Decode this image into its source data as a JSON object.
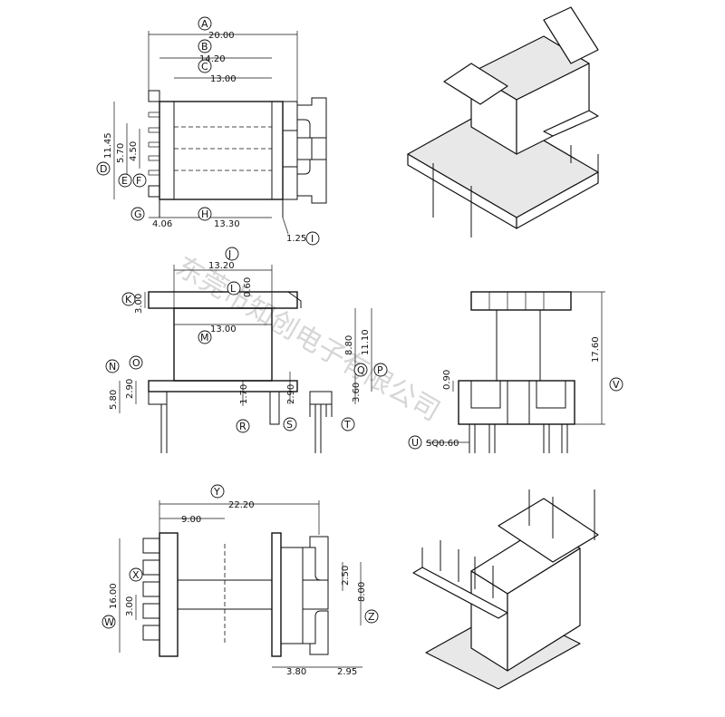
{
  "watermark": "东莞市知创电子有限公司",
  "views": {
    "top_view": {
      "dims": {
        "d_20_00": "20.00",
        "d_14_20": "14.20",
        "d_13_00": "13.00",
        "d_11_45": "11.45",
        "d_5_70": "5.70",
        "d_4_50": "4.50",
        "d_4_06": "4.06",
        "d_13_30": "13.30",
        "d_1_25": "1.25"
      },
      "labels": {
        "A": "A",
        "B": "B",
        "C": "C",
        "D": "D",
        "E": "E",
        "F": "F",
        "G": "G",
        "H": "H",
        "I": "I"
      }
    },
    "side_view": {
      "dims": {
        "d_13_20": "13.20",
        "d_0_60": "0.60",
        "d_3_00": "3.00",
        "d_13_00": "13.00",
        "d_8_80": "8.80",
        "d_11_10": "11.10",
        "d_2_90_left": "2.90",
        "d_5_80": "5.80",
        "d_1_70": "1.70",
        "d_2_90_right": "2.90",
        "d_3_60": "3.60"
      },
      "labels": {
        "J": "J",
        "K": "K",
        "L": "L",
        "M": "M",
        "N": "N",
        "O": "O",
        "P": "P",
        "Q": "Q",
        "R": "R",
        "S": "S",
        "T": "T"
      }
    },
    "front_view": {
      "dims": {
        "d_17_60": "17.60",
        "d_0_90": "0.90",
        "d_sq": "SQ0.60"
      },
      "labels": {
        "U": "U",
        "V": "V"
      }
    },
    "bottom_view": {
      "dims": {
        "d_22_20": "22.20",
        "d_9_00": "9.00",
        "d_16_00": "16.00",
        "d_3_00": "3.00",
        "d_2_50": "2.50",
        "d_8_00": "8.00",
        "d_3_80": "3.80",
        "d_2_95": "2.95"
      },
      "labels": {
        "W": "W",
        "X": "X",
        "Y": "Y",
        "Z": "Z"
      }
    }
  }
}
